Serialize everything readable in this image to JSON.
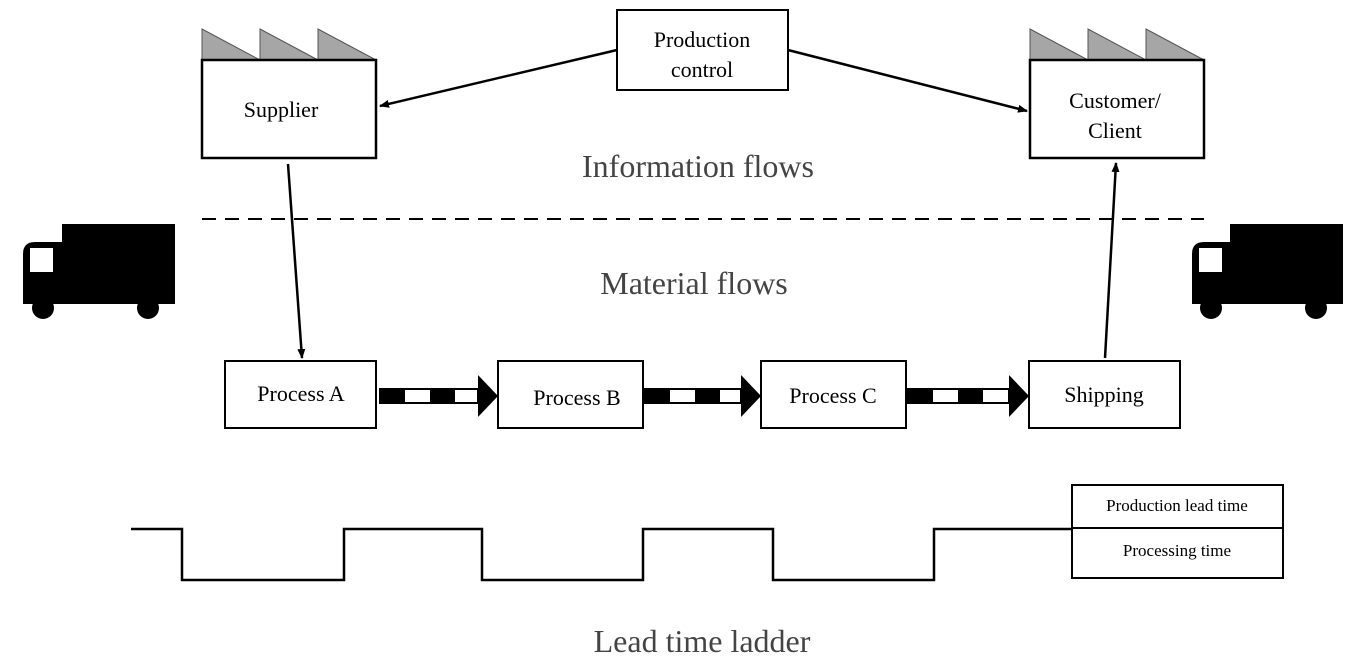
{
  "production_control": {
    "line1": "Production",
    "line2": "control"
  },
  "supplier": {
    "label": "Supplier"
  },
  "customer": {
    "line1": "Customer/",
    "line2": "Client"
  },
  "sections": {
    "information": "Information flows",
    "material": "Material flows",
    "ladder": "Lead time ladder"
  },
  "processes": [
    {
      "label": "Process A"
    },
    {
      "label": "Process B"
    },
    {
      "label": "Process C"
    },
    {
      "label": "Shipping"
    }
  ],
  "legend": {
    "production_lead_time": "Production lead time",
    "processing_time": "Processing time"
  },
  "colors": {
    "line": "#000000",
    "factory_roof": "#a6a6a6",
    "section_text": "#444444"
  },
  "icons": [
    "factory-icon",
    "truck-icon",
    "push-arrow-icon"
  ]
}
